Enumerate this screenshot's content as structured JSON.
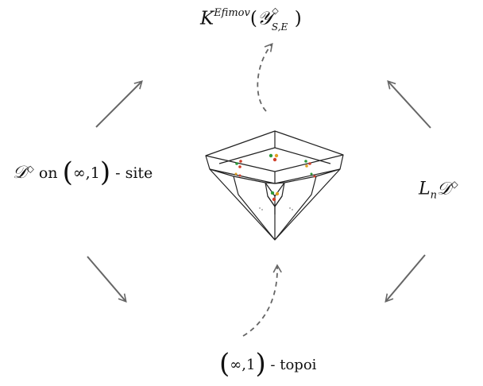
{
  "labels": {
    "top": {
      "base": "K",
      "super": "Efimov",
      "open": "(",
      "script_y": "𝒴",
      "diamond": "◇",
      "sub": "S,E",
      "close": ")"
    },
    "left": {
      "script_d": "𝒟",
      "diamond": "◇",
      "on": "on",
      "paren_open": "(",
      "inner": "∞,1",
      "paren_close": ")",
      "suffix": " - site"
    },
    "right": {
      "base": "L",
      "sub": "n",
      "script_d": "𝒟",
      "diamond": "◇"
    },
    "bottom": {
      "paren_open": "(",
      "inner": "∞,1",
      "paren_close": ")",
      "suffix": " - topoi"
    }
  },
  "colors": {
    "stroke": "#222222",
    "arrow": "#666666",
    "dot_red": "#d0402a",
    "dot_green": "#2e9a3a",
    "dot_orange": "#e0a020"
  }
}
